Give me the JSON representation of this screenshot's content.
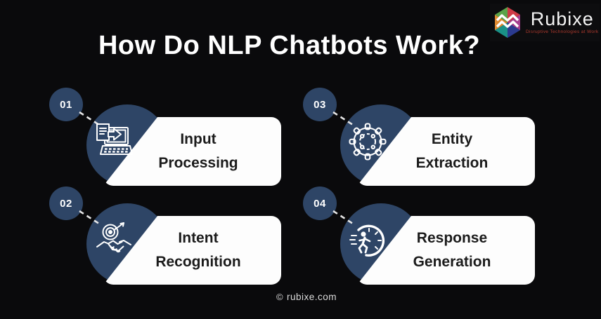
{
  "page": {
    "title": "How Do NLP Chatbots Work?"
  },
  "logo": {
    "name": "Rubixe",
    "tagline": "Disruptive Technologies at Work",
    "icon": "rubixe-hexagon-cube-icon"
  },
  "colors": {
    "background": "#0a0a0c",
    "accent_blue": "#2e4566",
    "card_background": "#fdfdfd",
    "card_text": "#1b1b1b",
    "title_text": "#ffffff",
    "tagline_red": "#b03a2e",
    "footer_text": "#dcdcdc"
  },
  "steps": [
    {
      "number": "01",
      "lines": [
        "Input",
        "Processing"
      ],
      "icon": "laptop-document-icon"
    },
    {
      "number": "02",
      "lines": [
        "Intent",
        "Recognition"
      ],
      "icon": "target-handshake-icon"
    },
    {
      "number": "03",
      "lines": [
        "Entity",
        "Extraction"
      ],
      "icon": "gear-icon"
    },
    {
      "number": "04",
      "lines": [
        "Response",
        "Generation"
      ],
      "icon": "runner-speed-icon"
    }
  ],
  "footer": {
    "symbol": "©",
    "text": "rubixe.com"
  }
}
